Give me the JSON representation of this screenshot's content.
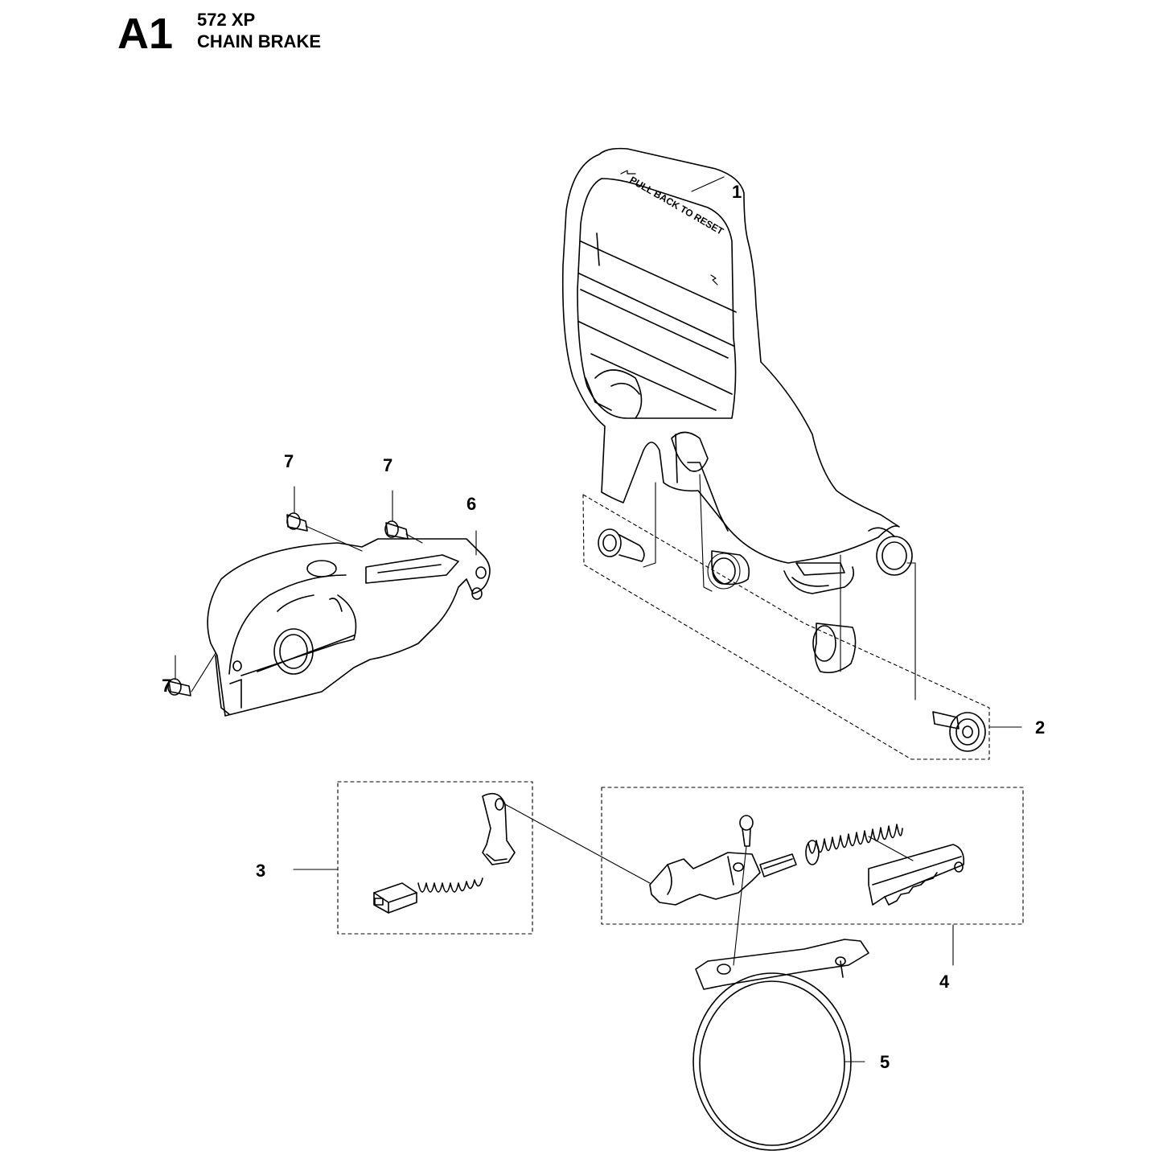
{
  "header": {
    "section": "A1",
    "model": "572 XP",
    "title": "CHAIN BRAKE"
  },
  "diagram": {
    "guard_text": "PULL BACK TO RESET",
    "callouts": [
      {
        "ref": "1"
      },
      {
        "ref": "2"
      },
      {
        "ref": "3"
      },
      {
        "ref": "4"
      },
      {
        "ref": "5"
      },
      {
        "ref": "6"
      },
      {
        "ref": "7"
      },
      {
        "ref": "7"
      },
      {
        "ref": "7"
      }
    ]
  }
}
